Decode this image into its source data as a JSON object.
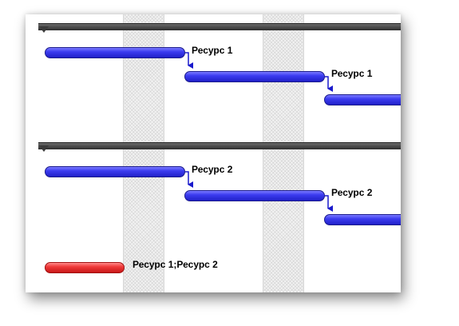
{
  "gantt": {
    "groups": [
      {
        "tasks": [
          {
            "resource": "Ресурс 1"
          },
          {
            "resource": "Ресурс 1"
          },
          {
            "resource": ""
          }
        ]
      },
      {
        "tasks": [
          {
            "resource": "Ресурс 2"
          },
          {
            "resource": "Ресурс 2"
          },
          {
            "resource": ""
          }
        ]
      }
    ],
    "combined_task": {
      "resource": "Ресурс 1;Ресурс 2"
    }
  },
  "colors": {
    "task_bar": "#3c3cf0",
    "combined_bar": "#f03a3a",
    "summary_bar": "#3a3a3a",
    "link_arrow": "#1a1acc"
  }
}
